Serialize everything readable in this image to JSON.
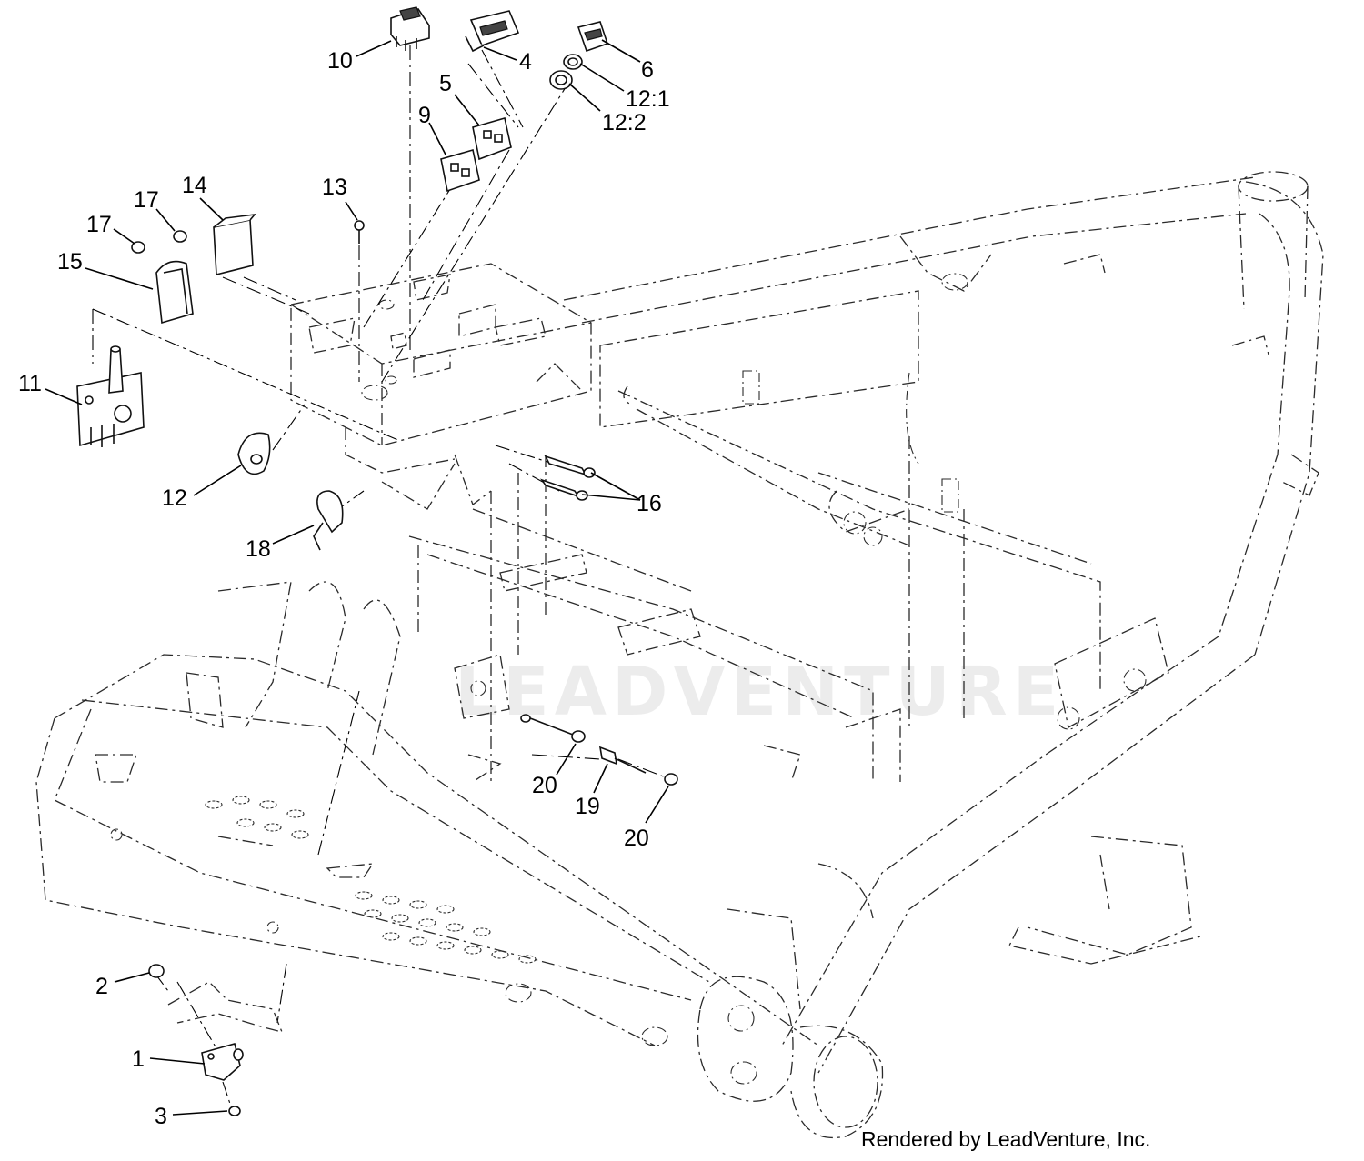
{
  "diagram": {
    "callouts": [
      {
        "id": "10",
        "text": "10"
      },
      {
        "id": "4",
        "text": "4"
      },
      {
        "id": "6",
        "text": "6"
      },
      {
        "id": "12-1",
        "text": "12:1"
      },
      {
        "id": "12-2",
        "text": "12:2"
      },
      {
        "id": "5",
        "text": "5"
      },
      {
        "id": "9",
        "text": "9"
      },
      {
        "id": "13",
        "text": "13"
      },
      {
        "id": "14",
        "text": "14"
      },
      {
        "id": "17a",
        "text": "17"
      },
      {
        "id": "17b",
        "text": "17"
      },
      {
        "id": "15",
        "text": "15"
      },
      {
        "id": "11",
        "text": "11"
      },
      {
        "id": "12",
        "text": "12"
      },
      {
        "id": "18",
        "text": "18"
      },
      {
        "id": "16",
        "text": "16"
      },
      {
        "id": "20a",
        "text": "20"
      },
      {
        "id": "19",
        "text": "19"
      },
      {
        "id": "20b",
        "text": "20"
      },
      {
        "id": "2",
        "text": "2"
      },
      {
        "id": "1",
        "text": "1"
      },
      {
        "id": "3",
        "text": "3"
      }
    ],
    "credit": "Rendered by LeadVenture, Inc.",
    "watermark": "LEADVENTURE"
  }
}
